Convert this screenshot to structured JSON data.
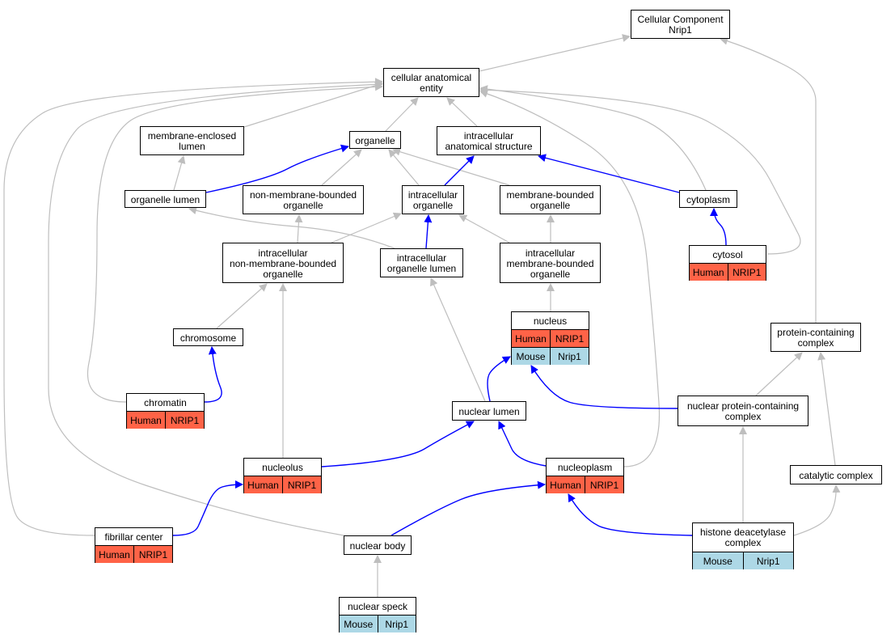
{
  "colors": {
    "is_a_edge": "#bebebe",
    "part_of_edge": "#0000ff",
    "human_annotation": "#ff6347",
    "mouse_annotation": "#add8e6"
  },
  "nodes": {
    "cc_root": {
      "lines": [
        "Cellular Component",
        "Nrip1"
      ]
    },
    "cellular_anatomical_entity": {
      "lines": [
        "cellular anatomical",
        "entity"
      ]
    },
    "membrane_enclosed_lumen": {
      "lines": [
        "membrane-enclosed",
        "lumen"
      ]
    },
    "organelle": {
      "lines": [
        "organelle"
      ]
    },
    "intracellular_anatomical_structure": {
      "lines": [
        "intracellular",
        "anatomical structure"
      ]
    },
    "organelle_lumen": {
      "lines": [
        "organelle lumen"
      ]
    },
    "non_membrane_bounded_organelle": {
      "lines": [
        "non-membrane-bounded",
        "organelle"
      ]
    },
    "intracellular_organelle": {
      "lines": [
        "intracellular",
        "organelle"
      ]
    },
    "membrane_bounded_organelle": {
      "lines": [
        "membrane-bounded",
        "organelle"
      ]
    },
    "cytoplasm": {
      "lines": [
        "cytoplasm"
      ]
    },
    "intracellular_non_membrane_bounded_organelle": {
      "lines": [
        "intracellular",
        "non-membrane-bounded",
        "organelle"
      ]
    },
    "intracellular_organelle_lumen": {
      "lines": [
        "intracellular",
        "organelle lumen"
      ]
    },
    "intracellular_membrane_bounded_organelle": {
      "lines": [
        "intracellular",
        "membrane-bounded",
        "organelle"
      ]
    },
    "cytosol": {
      "lines": [
        "cytosol"
      ],
      "annotations": [
        [
          "Human",
          "NRIP1"
        ]
      ]
    },
    "nucleus": {
      "lines": [
        "nucleus"
      ],
      "annotations": [
        [
          "Human",
          "NRIP1"
        ],
        [
          "Mouse",
          "Nrip1"
        ]
      ]
    },
    "chromosome": {
      "lines": [
        "chromosome"
      ]
    },
    "protein_containing_complex": {
      "lines": [
        "protein-containing",
        "complex"
      ]
    },
    "chromatin": {
      "lines": [
        "chromatin"
      ],
      "annotations": [
        [
          "Human",
          "NRIP1"
        ]
      ]
    },
    "nuclear_lumen": {
      "lines": [
        "nuclear lumen"
      ]
    },
    "nuclear_protein_containing_complex": {
      "lines": [
        "nuclear protein-containing",
        "complex"
      ]
    },
    "nucleolus": {
      "lines": [
        "nucleolus"
      ],
      "annotations": [
        [
          "Human",
          "NRIP1"
        ]
      ]
    },
    "nucleoplasm": {
      "lines": [
        "nucleoplasm"
      ],
      "annotations": [
        [
          "Human",
          "NRIP1"
        ]
      ]
    },
    "catalytic_complex": {
      "lines": [
        "catalytic complex"
      ]
    },
    "fibrillar_center": {
      "lines": [
        "fibrillar center"
      ],
      "annotations": [
        [
          "Human",
          "NRIP1"
        ]
      ]
    },
    "nuclear_body": {
      "lines": [
        "nuclear body"
      ]
    },
    "histone_deacetylase_complex": {
      "lines": [
        "histone deacetylase",
        "complex"
      ],
      "annotations": [
        [
          "Mouse",
          "Nrip1"
        ]
      ]
    },
    "nuclear_speck": {
      "lines": [
        "nuclear speck"
      ],
      "annotations": [
        [
          "Mouse",
          "Nrip1"
        ]
      ]
    }
  },
  "edges": [
    {
      "from": "cellular_anatomical_entity",
      "to": "cc_root",
      "type": "is_a"
    },
    {
      "from": "protein_containing_complex",
      "to": "cc_root",
      "type": "is_a"
    },
    {
      "from": "membrane_enclosed_lumen",
      "to": "cellular_anatomical_entity",
      "type": "is_a"
    },
    {
      "from": "organelle",
      "to": "cellular_anatomical_entity",
      "type": "is_a"
    },
    {
      "from": "intracellular_anatomical_structure",
      "to": "cellular_anatomical_entity",
      "type": "is_a"
    },
    {
      "from": "cytoplasm",
      "to": "cellular_anatomical_entity",
      "type": "is_a"
    },
    {
      "from": "cytosol",
      "to": "cellular_anatomical_entity",
      "type": "is_a"
    },
    {
      "from": "nucleoplasm",
      "to": "cellular_anatomical_entity",
      "type": "is_a"
    },
    {
      "from": "chromatin",
      "to": "cellular_anatomical_entity",
      "type": "is_a"
    },
    {
      "from": "fibrillar_center",
      "to": "cellular_anatomical_entity",
      "type": "is_a"
    },
    {
      "from": "nuclear_body",
      "to": "cellular_anatomical_entity",
      "type": "is_a"
    },
    {
      "from": "organelle_lumen",
      "to": "membrane_enclosed_lumen",
      "type": "is_a"
    },
    {
      "from": "organelle_lumen",
      "to": "organelle",
      "type": "part_of"
    },
    {
      "from": "non_membrane_bounded_organelle",
      "to": "organelle",
      "type": "is_a"
    },
    {
      "from": "intracellular_organelle",
      "to": "organelle",
      "type": "is_a"
    },
    {
      "from": "membrane_bounded_organelle",
      "to": "organelle",
      "type": "is_a"
    },
    {
      "from": "intracellular_organelle",
      "to": "intracellular_anatomical_structure",
      "type": "part_of"
    },
    {
      "from": "cytoplasm",
      "to": "intracellular_anatomical_structure",
      "type": "part_of"
    },
    {
      "from": "intracellular_non_membrane_bounded_organelle",
      "to": "non_membrane_bounded_organelle",
      "type": "is_a"
    },
    {
      "from": "intracellular_non_membrane_bounded_organelle",
      "to": "intracellular_organelle",
      "type": "is_a"
    },
    {
      "from": "intracellular_organelle_lumen",
      "to": "organelle_lumen",
      "type": "is_a"
    },
    {
      "from": "intracellular_organelle_lumen",
      "to": "intracellular_organelle",
      "type": "part_of"
    },
    {
      "from": "intracellular_membrane_bounded_organelle",
      "to": "intracellular_organelle",
      "type": "is_a"
    },
    {
      "from": "intracellular_membrane_bounded_organelle",
      "to": "membrane_bounded_organelle",
      "type": "is_a"
    },
    {
      "from": "cytosol",
      "to": "cytoplasm",
      "type": "part_of"
    },
    {
      "from": "nucleus",
      "to": "intracellular_membrane_bounded_organelle",
      "type": "is_a"
    },
    {
      "from": "chromosome",
      "to": "intracellular_non_membrane_bounded_organelle",
      "type": "is_a"
    },
    {
      "from": "nucleolus",
      "to": "intracellular_non_membrane_bounded_organelle",
      "type": "is_a"
    },
    {
      "from": "nuclear_lumen",
      "to": "intracellular_organelle_lumen",
      "type": "is_a"
    },
    {
      "from": "chromatin",
      "to": "chromosome",
      "type": "part_of"
    },
    {
      "from": "nuclear_lumen",
      "to": "nucleus",
      "type": "part_of"
    },
    {
      "from": "nuclear_protein_containing_complex",
      "to": "nucleus",
      "type": "part_of"
    },
    {
      "from": "nuclear_protein_containing_complex",
      "to": "protein_containing_complex",
      "type": "is_a"
    },
    {
      "from": "catalytic_complex",
      "to": "protein_containing_complex",
      "type": "is_a"
    },
    {
      "from": "nucleolus",
      "to": "nuclear_lumen",
      "type": "part_of"
    },
    {
      "from": "nucleoplasm",
      "to": "nuclear_lumen",
      "type": "part_of"
    },
    {
      "from": "histone_deacetylase_complex",
      "to": "nuclear_protein_containing_complex",
      "type": "is_a"
    },
    {
      "from": "histone_deacetylase_complex",
      "to": "catalytic_complex",
      "type": "is_a"
    },
    {
      "from": "histone_deacetylase_complex",
      "to": "nucleoplasm",
      "type": "part_of"
    },
    {
      "from": "fibrillar_center",
      "to": "nucleolus",
      "type": "part_of"
    },
    {
      "from": "nuclear_body",
      "to": "nucleoplasm",
      "type": "part_of"
    },
    {
      "from": "nuclear_speck",
      "to": "nuclear_body",
      "type": "is_a"
    }
  ]
}
